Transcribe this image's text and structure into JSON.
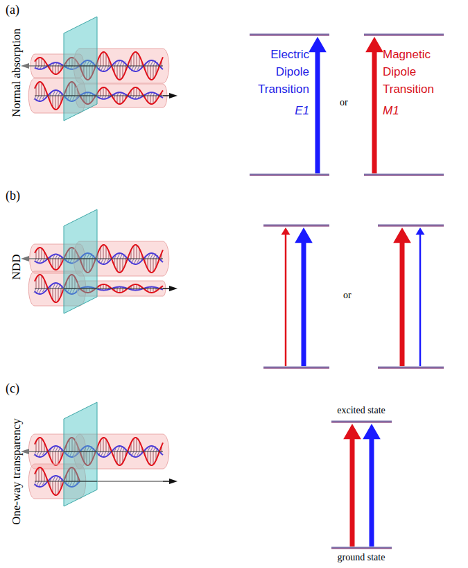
{
  "diagram": {
    "labels": [
      "(a)",
      "Normal absorption",
      "Electric Dipole Transition",
      "E1",
      "or",
      "Magnetic Dipole Transition",
      "M1",
      "(b)",
      "NDD",
      "or",
      "(c)",
      "One-way transparency",
      "excited state",
      "ground state"
    ]
  }
}
